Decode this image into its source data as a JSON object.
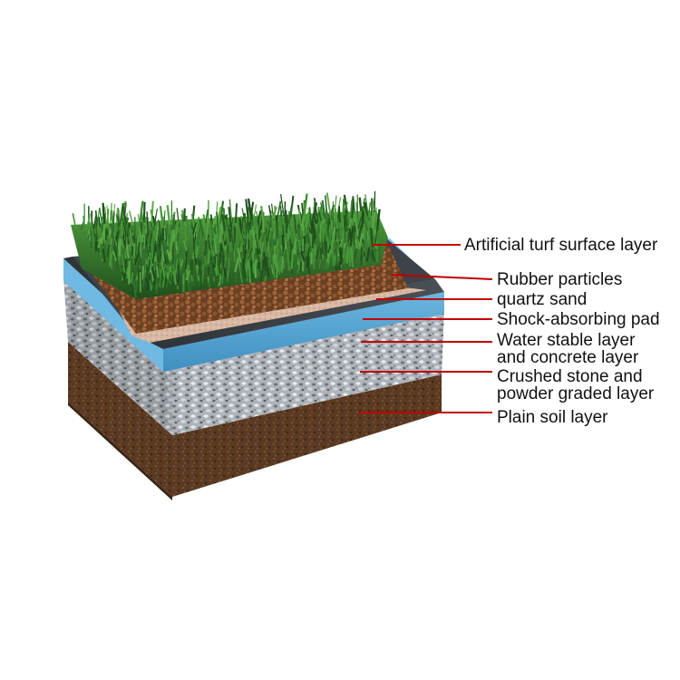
{
  "labels": [
    {
      "id": "turf",
      "lines": [
        "Artificial turf surface layer"
      ]
    },
    {
      "id": "rubber",
      "lines": [
        "Rubber particles"
      ]
    },
    {
      "id": "sand",
      "lines": [
        "quartz sand"
      ]
    },
    {
      "id": "pad",
      "lines": [
        "Shock-absorbing pad"
      ]
    },
    {
      "id": "water",
      "lines": [
        "Water stable layer",
        "and concrete layer"
      ]
    },
    {
      "id": "stone",
      "lines": [
        "Crushed stone and",
        "powder graded layer"
      ]
    },
    {
      "id": "soil",
      "lines": [
        "Plain soil layer"
      ]
    }
  ],
  "colors": {
    "leader": "#c00000",
    "text": "#111111",
    "grass": "#2f6e2a",
    "rubber": "#7a4a2c",
    "sand": "#d9b8a4",
    "pad": "#3a3f44",
    "water": "#5aa6d3",
    "stone": "#b7bcc2",
    "soil": "#5c3a22"
  }
}
